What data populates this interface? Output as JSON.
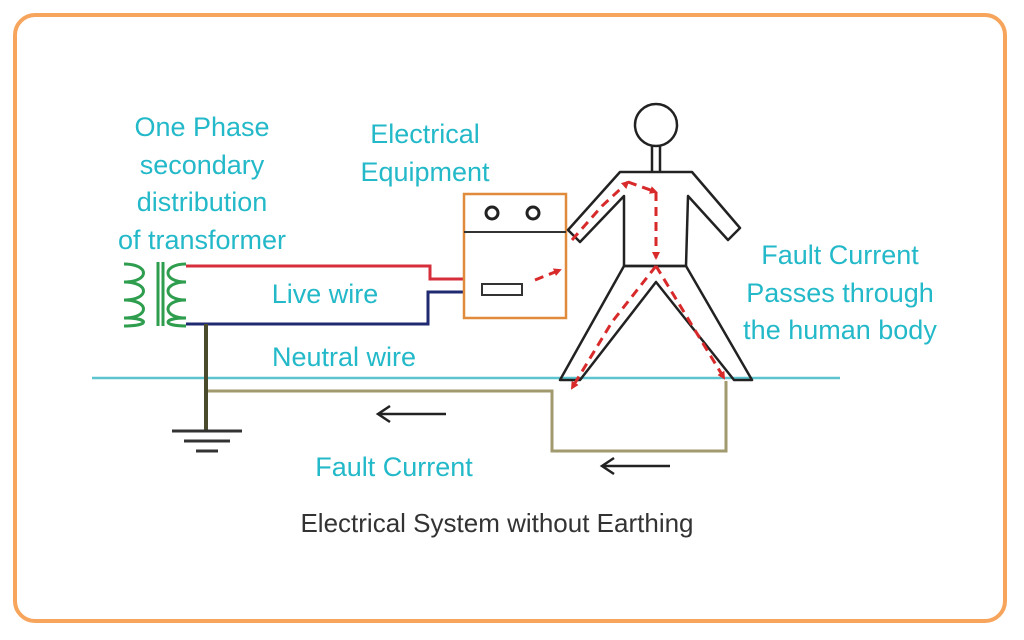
{
  "labels": {
    "transformer": [
      "One Phase",
      "secondary",
      "distribution",
      "of transformer"
    ],
    "equipment": [
      "Electrical",
      "Equipment"
    ],
    "live_wire": "Live wire",
    "neutral_wire": "Neutral wire",
    "fault_current_body": [
      "Fault Current",
      "Passes through",
      "the human body"
    ],
    "fault_current": "Fault Current"
  },
  "caption": "Electrical System without Earthing",
  "colors": {
    "frame": "#f7a55c",
    "label_text": "#23b9c9",
    "live_wire": "#d62e3a",
    "neutral_wire": "#1f2a70",
    "earth_line": "#5cc4cf",
    "return_path": "#a09a6e",
    "transformer_coil": "#2e9e4e",
    "equipment_box": "#e08a3c",
    "fault_arrows": "#d82a2a",
    "caption": "#333333"
  },
  "icons": {
    "transformer": "transformer-coil-icon",
    "ground": "ground-symbol-icon",
    "person": "human-figure-icon"
  }
}
